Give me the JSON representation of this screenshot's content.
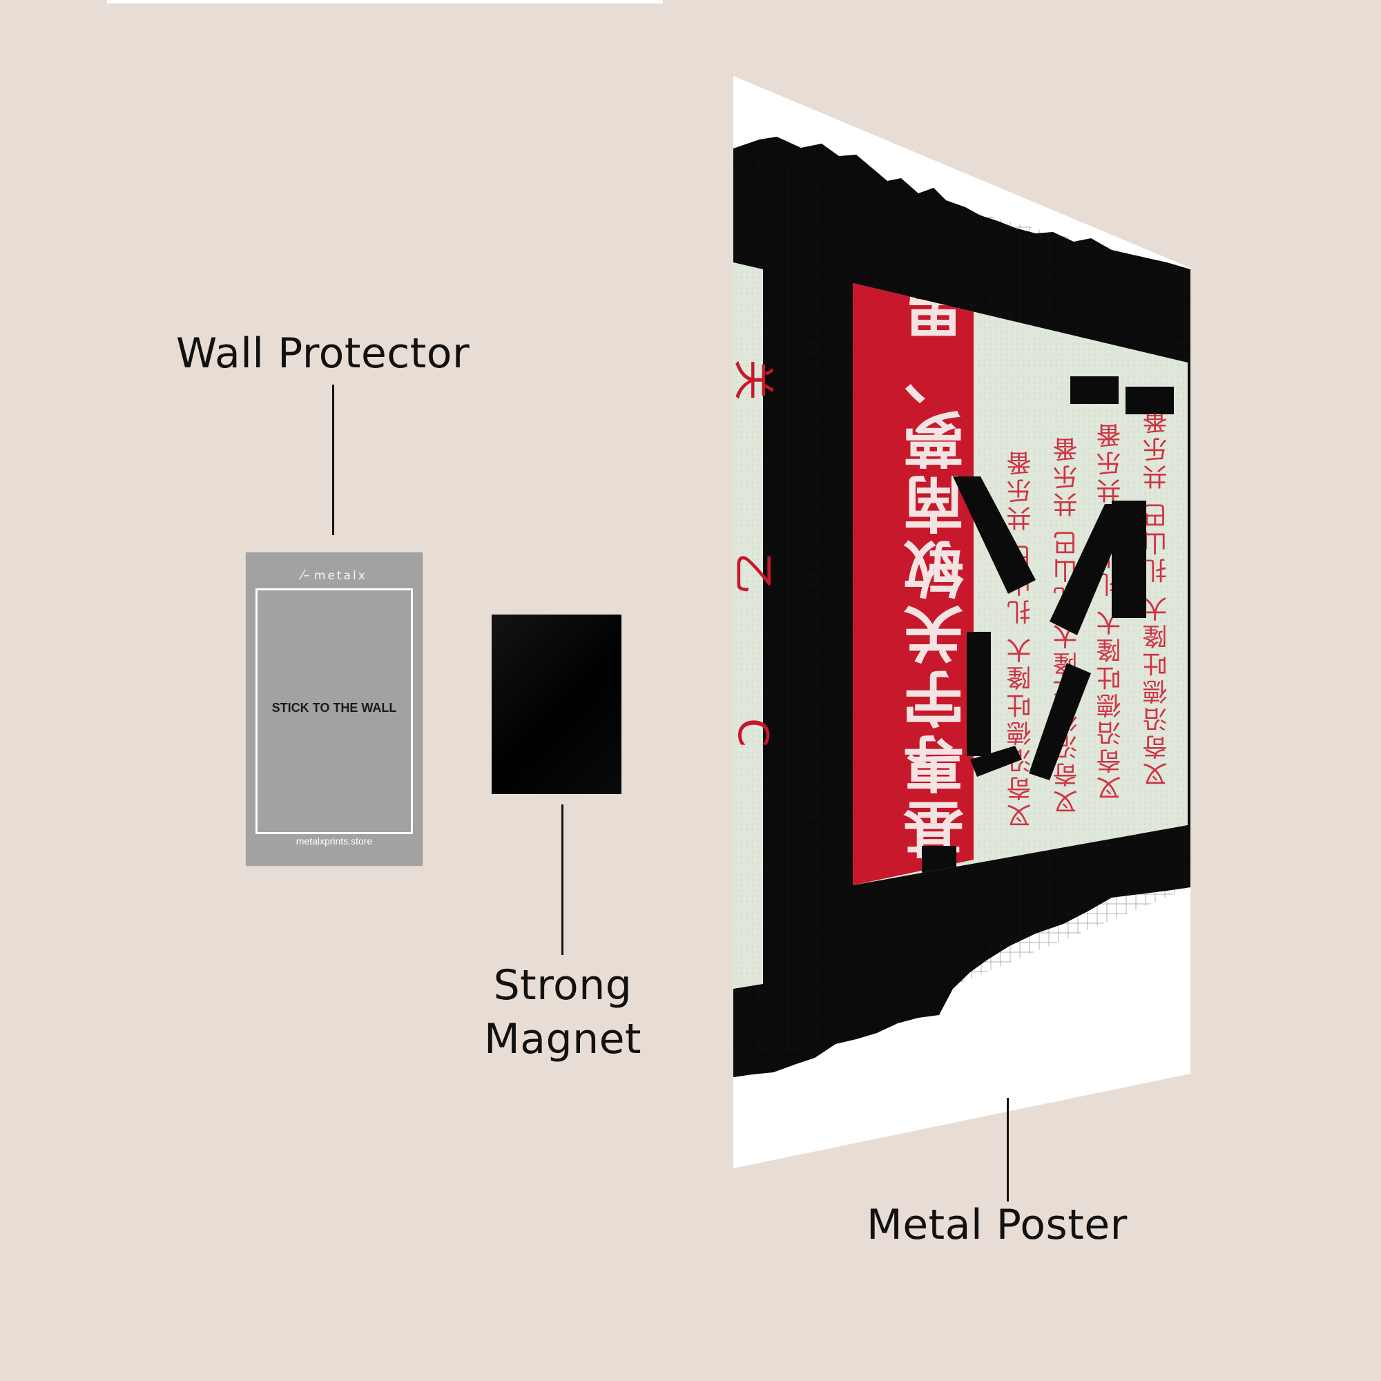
{
  "labels": {
    "wall_protector": "Wall Protector",
    "strong_magnet_line1": "Strong",
    "strong_magnet_line2": "Magnet",
    "metal_poster": "Metal Poster"
  },
  "wall_protector_card": {
    "logo_text": "metalx",
    "instruction": "STICK TO THE WALL",
    "url": "metalxprints.store"
  },
  "poster_artwork": {
    "red_banner_text": "基專宇关敏南夢、男古薑",
    "body_text": "叉奇沿德吐隆大 扎山巴 共乐番 ",
    "big_glyph": "杀"
  },
  "colors": {
    "background": "#e8ddd5",
    "poster_black": "#0a0a0a",
    "poster_paper": "#dde5d8",
    "banner_red": "#c8182b",
    "card_gray": "#a2a2a2"
  }
}
